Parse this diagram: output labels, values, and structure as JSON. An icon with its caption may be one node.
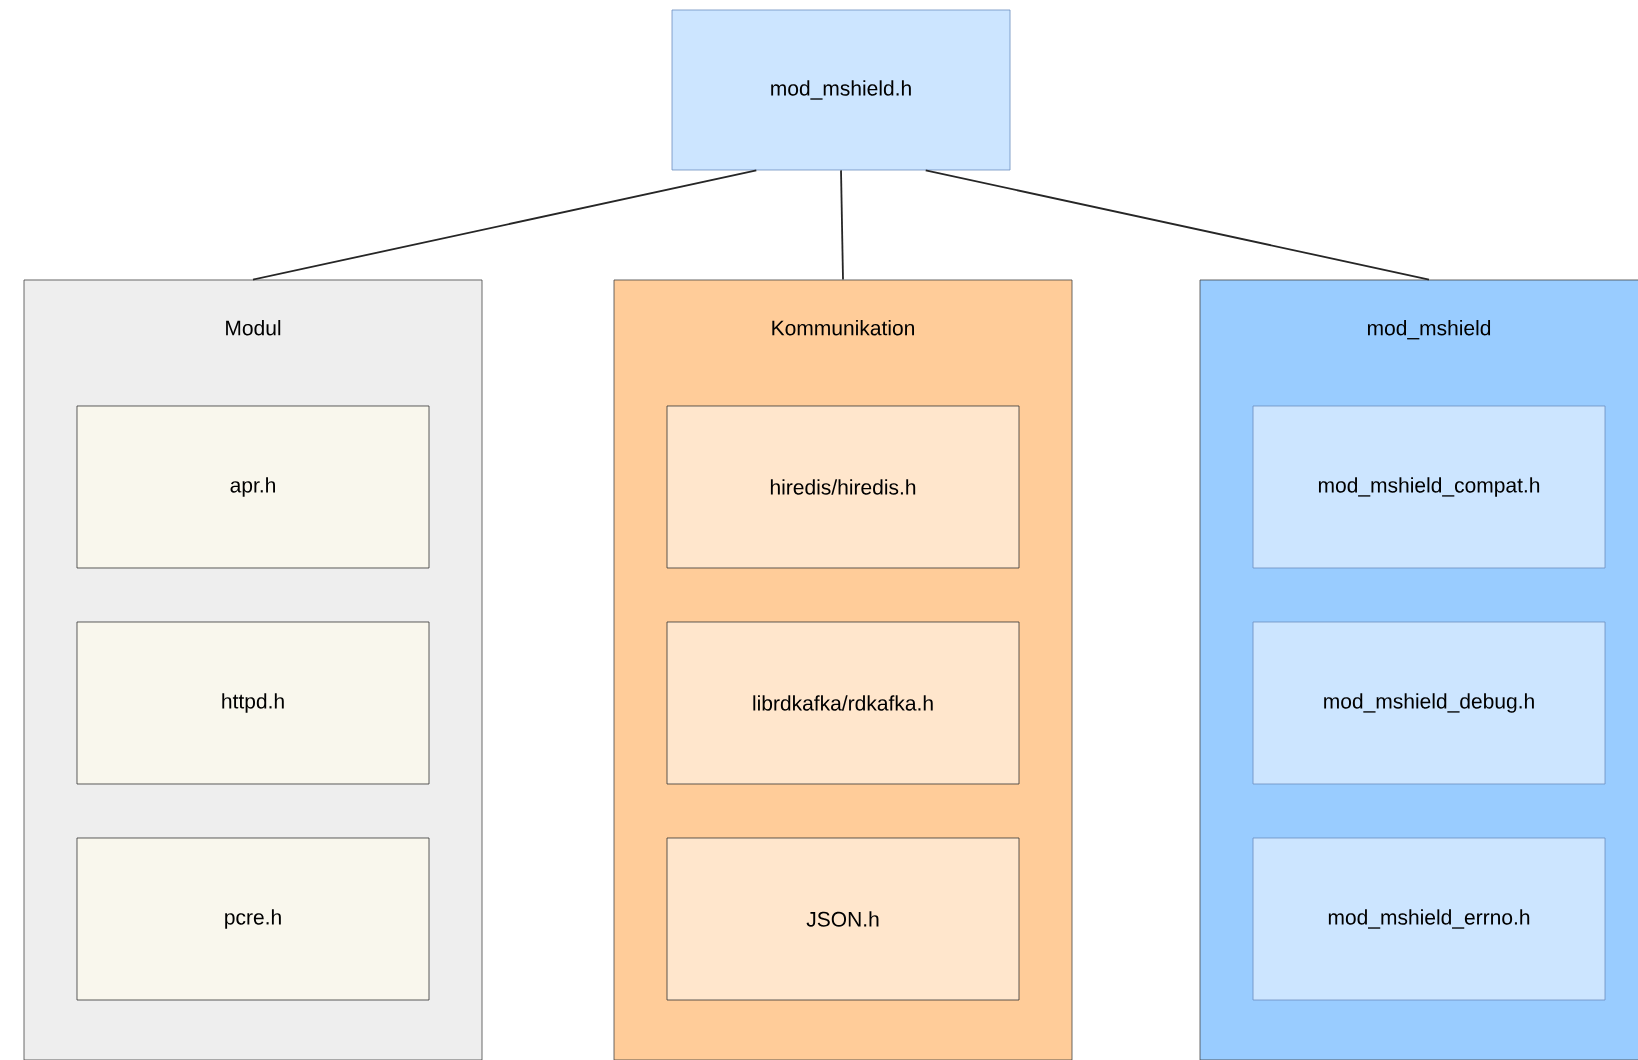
{
  "diagram": {
    "nodes": [
      {
        "text": [
          "mod_mshield.h"
        ]
      },
      {
        "text": [
          "Modul"
        ]
      },
      {
        "text": [
          "Kommunikation"
        ]
      },
      {
        "text": [
          "mod_mshield"
        ]
      },
      {
        "text": [
          "apr.h"
        ],
        "in": 1
      },
      {
        "text": [
          "httpd.h"
        ],
        "in": 1
      },
      {
        "text": [
          "pcre.h"
        ],
        "in": 1
      },
      {
        "text": [
          "hiredis/hiredis.h"
        ],
        "in": 2
      },
      {
        "text": [
          "librdkafka/rdkafka.h"
        ],
        "in": 2
      },
      {
        "text": [
          "JSON.h"
        ],
        "in": 2
      },
      {
        "text": [
          "mod_mshield_compat.h"
        ],
        "in": 3
      },
      {
        "text": [
          "mod_mshield_debug.h"
        ],
        "in": 3
      },
      {
        "text": [
          "mod_mshield_errno.h"
        ],
        "in": 3
      }
    ],
    "edges": [
      {
        "from": 0,
        "to": 1,
        "arrow": "none"
      },
      {
        "from": 0,
        "to": 2,
        "arrow": "none"
      },
      {
        "from": 0,
        "to": 3,
        "arrow": "none"
      }
    ]
  }
}
